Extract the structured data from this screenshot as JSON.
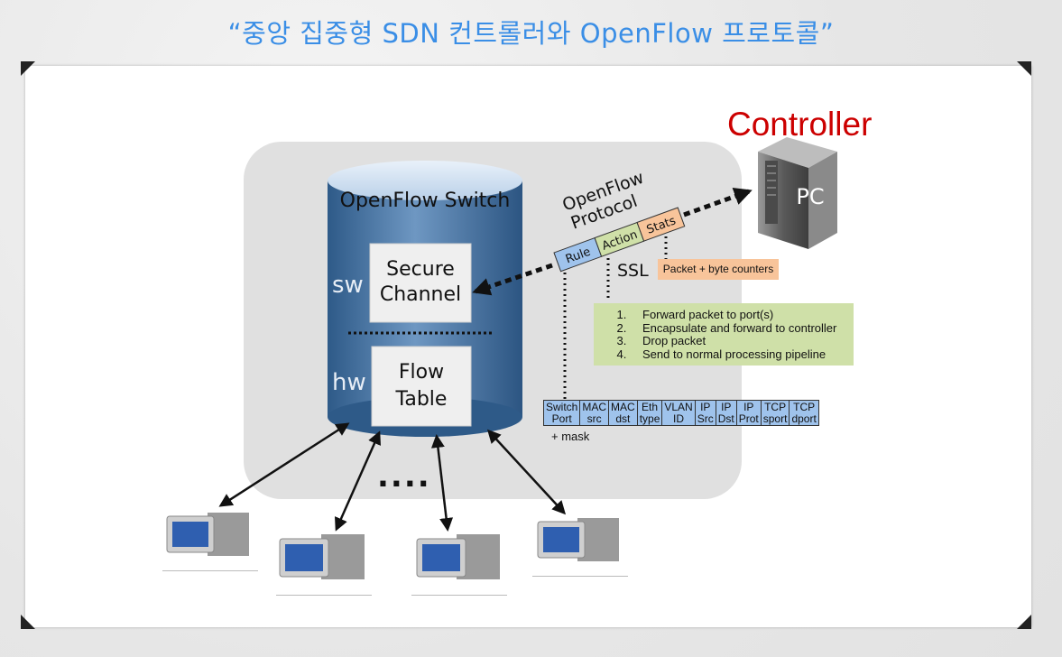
{
  "title": "“중앙 집중형 SDN 컨트롤러와 OpenFlow 프로토콜”",
  "diagram": {
    "switch_label": "OpenFlow Switch",
    "sw_label": "sw",
    "hw_label": "hw",
    "secure_channel_line1": "Secure",
    "secure_channel_line2": "Channel",
    "flow_table_line1": "Flow",
    "flow_table_line2": "Table",
    "controller_label": "Controller",
    "pc_label": "PC",
    "protocol_line1": "OpenFlow",
    "protocol_line2": "Protocol",
    "ssl_label": "SSL",
    "rule_label": "Rule",
    "action_label": "Action",
    "stats_label": "Stats",
    "counters_label": "Packet + byte counters",
    "actions": [
      "Forward packet to port(s)",
      "Encapsulate and forward to controller",
      "Drop packet",
      "Send to normal processing pipeline"
    ],
    "fields": [
      [
        "Switch",
        "Port"
      ],
      [
        "MAC",
        "src"
      ],
      [
        "MAC",
        "dst"
      ],
      [
        "Eth",
        "type"
      ],
      [
        "VLAN",
        "ID"
      ],
      [
        "IP",
        "Src"
      ],
      [
        "IP",
        "Dst"
      ],
      [
        "IP",
        "Prot"
      ],
      [
        "TCP",
        "sport"
      ],
      [
        "TCP",
        "dport"
      ]
    ],
    "mask_label": "+ mask",
    "ellipsis": "....",
    "colors": {
      "title": "#3a8ee6",
      "controller": "#cc0000",
      "cylinder": "#3e6c9c",
      "rule": "#9fc3ec",
      "action": "#cfe0a8",
      "stats": "#f8c49a"
    }
  }
}
